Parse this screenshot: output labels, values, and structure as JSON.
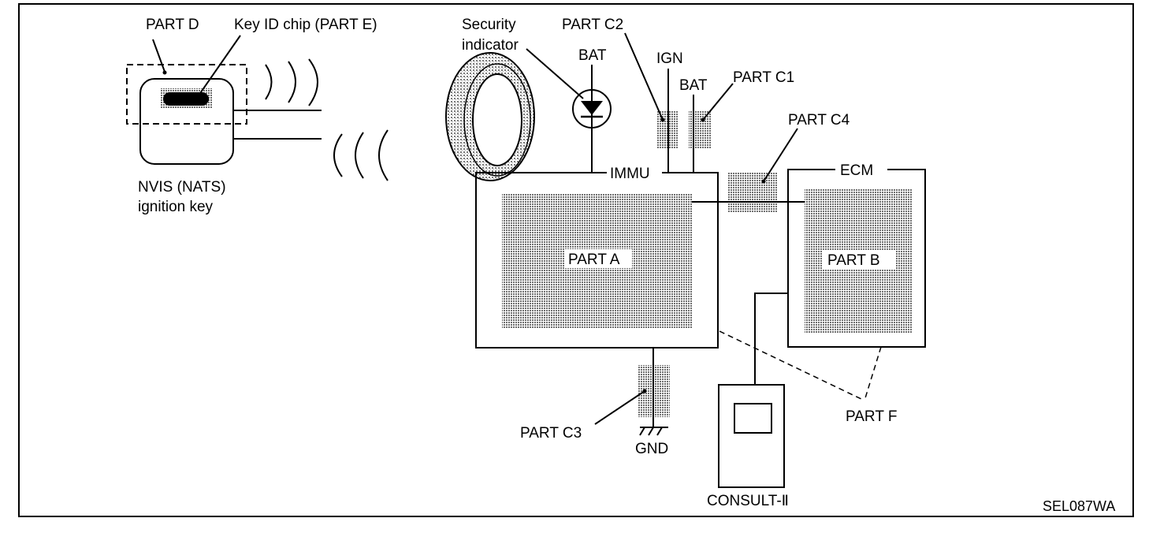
{
  "labels": {
    "part_d": "PART D",
    "key_id_chip": "Key ID chip (PART E)",
    "nvis_line1": "NVIS (NATS)",
    "nvis_line2": "ignition key",
    "security_line1": "Security",
    "security_line2": "indicator",
    "bat_top": "BAT",
    "part_c2": "PART C2",
    "ign": "IGN",
    "bat_mid": "BAT",
    "part_c1": "PART C1",
    "part_c4": "PART C4",
    "immu": "IMMU",
    "ecm": "ECM",
    "part_a": "PART A",
    "part_b": "PART B",
    "part_c3": "PART C3",
    "gnd": "GND",
    "part_f": "PART F",
    "consult": "CONSULT-Ⅱ",
    "figure_code": "SEL087WA"
  },
  "colors": {
    "line": "#000000",
    "background": "#ffffff",
    "shading": "#8c8c8c"
  }
}
